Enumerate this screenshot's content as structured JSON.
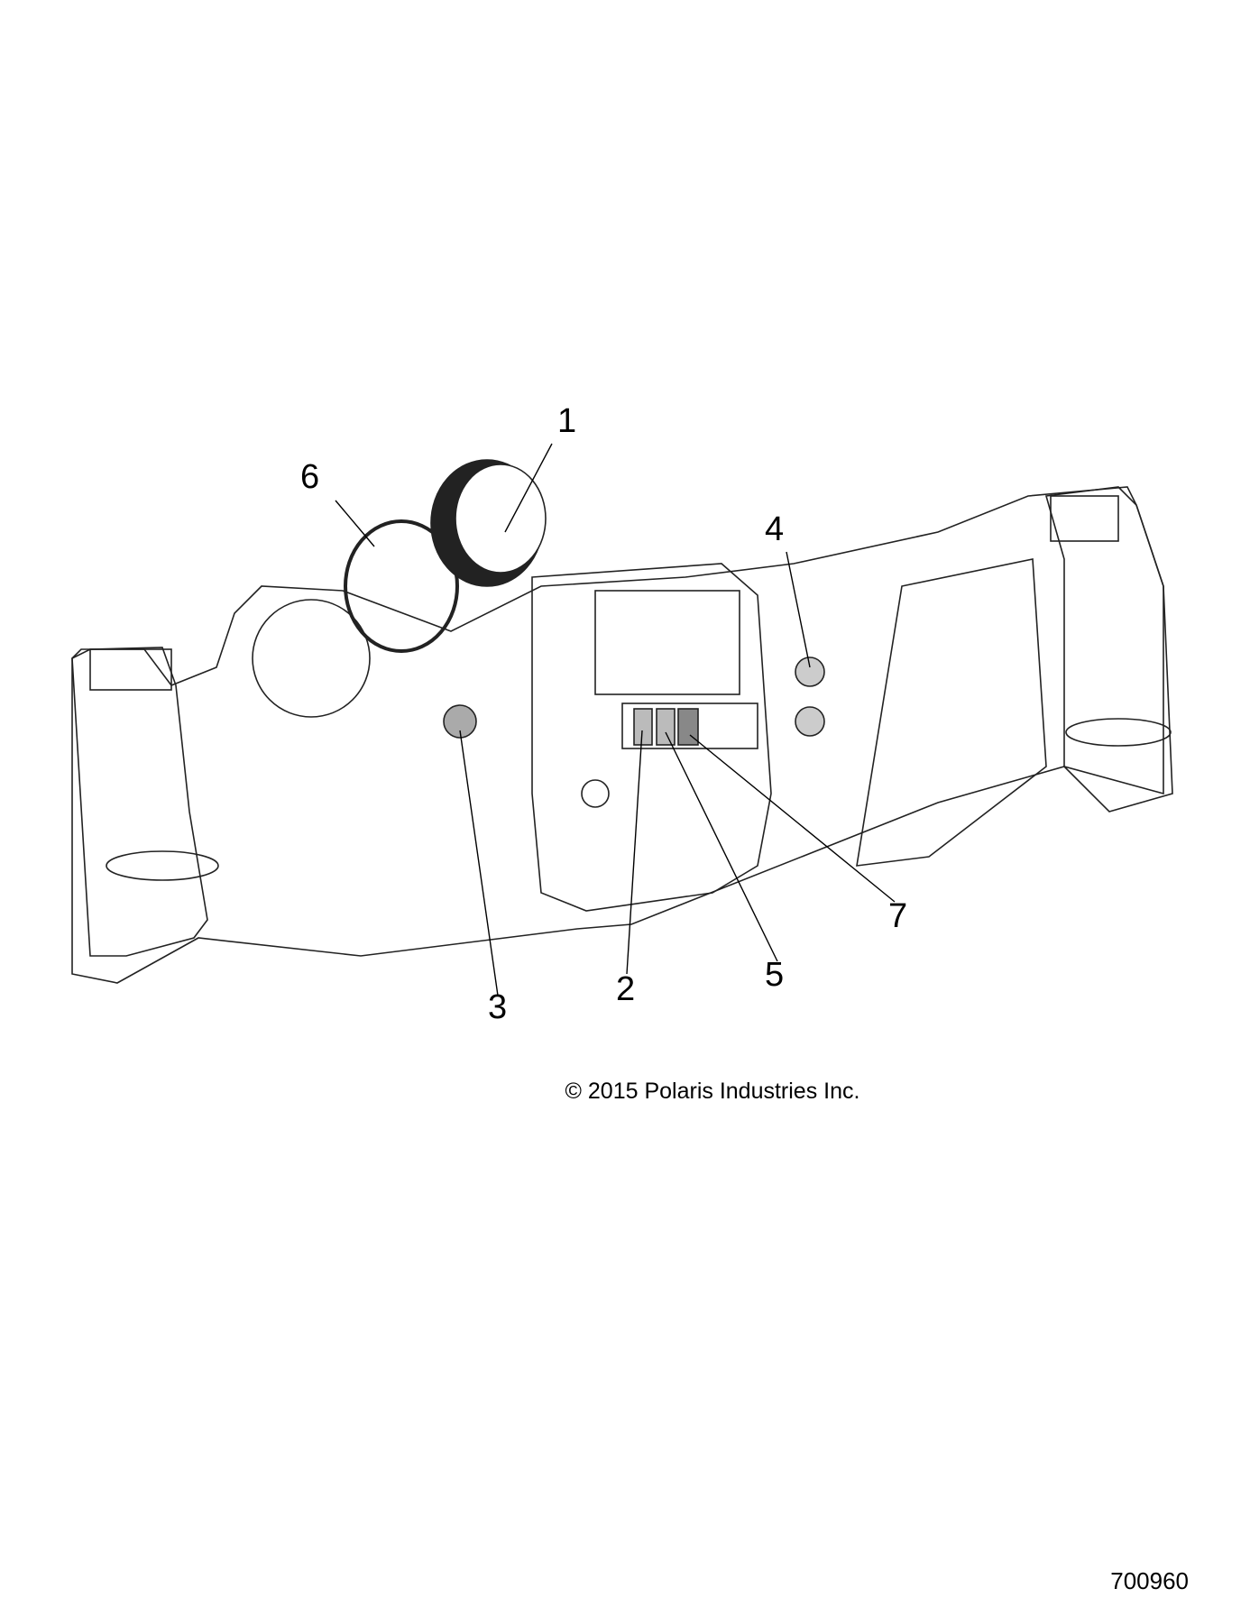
{
  "callouts": [
    "1",
    "2",
    "3",
    "4",
    "5",
    "6",
    "7"
  ],
  "copyright": "© 2015 Polaris Industries Inc.",
  "drawing_number": "700960"
}
